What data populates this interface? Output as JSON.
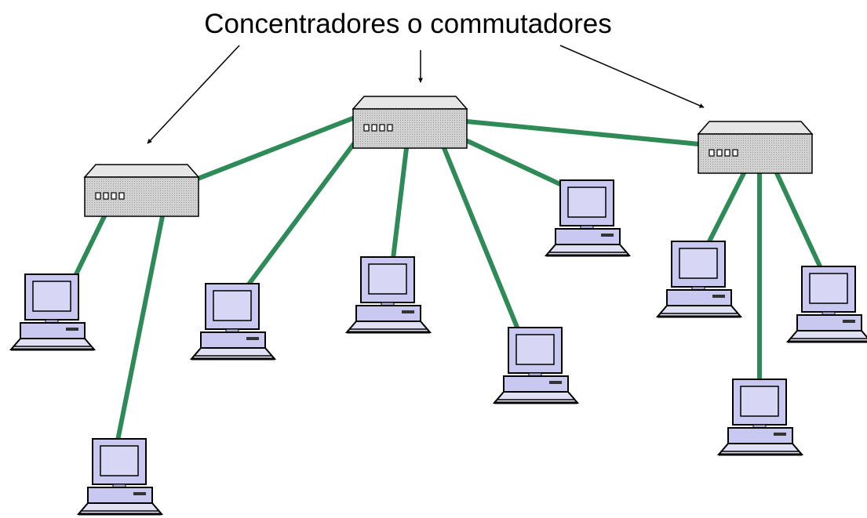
{
  "title": "Concentradores o commutadores",
  "colors": {
    "link": "#2e8b57",
    "arrow": "#000000",
    "hub_body": "#c8c8c8",
    "hub_top": "#e6e6e6",
    "screen": "#c8c8f0",
    "outline": "#000000"
  },
  "hubs": [
    {
      "id": "hub-left"
    },
    {
      "id": "hub-center"
    },
    {
      "id": "hub-right"
    }
  ],
  "computers": [
    {
      "id": "pc-1",
      "hub": "hub-left"
    },
    {
      "id": "pc-2",
      "hub": "hub-left"
    },
    {
      "id": "pc-3",
      "hub": "hub-center"
    },
    {
      "id": "pc-4",
      "hub": "hub-center"
    },
    {
      "id": "pc-5",
      "hub": "hub-center"
    },
    {
      "id": "pc-6",
      "hub": "hub-center"
    },
    {
      "id": "pc-7",
      "hub": "hub-right"
    },
    {
      "id": "pc-8",
      "hub": "hub-right"
    },
    {
      "id": "pc-9",
      "hub": "hub-right"
    }
  ],
  "hub_links": [
    {
      "from": "hub-left",
      "to": "hub-center"
    },
    {
      "from": "hub-center",
      "to": "hub-right"
    }
  ]
}
